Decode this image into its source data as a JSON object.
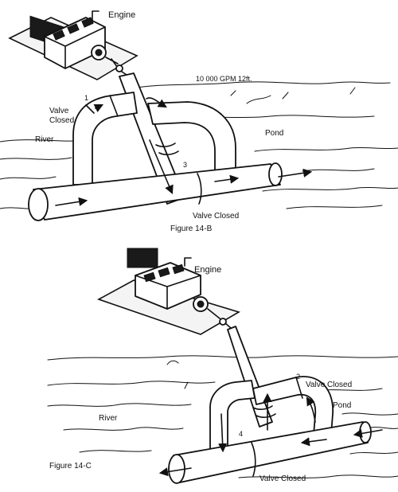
{
  "figure_b": {
    "engine_label": "Engine",
    "flow_label": "10 000 GPM 12ft.",
    "valve1_label": "Valve\nClosed",
    "valve1_number": "1",
    "river_label": "River",
    "pond_label": "Pond",
    "junction_number": "3",
    "valve_bottom_label": "Valve Closed",
    "caption": "Figure 14-B"
  },
  "figure_c": {
    "engine_label": "Engine",
    "valve2_number": "2",
    "valve2_label": "Valve Closed",
    "pond_label": "Pond",
    "river_label": "River",
    "junction_number": "4",
    "valve_bottom_label": "Valve Closed",
    "caption": "Figure 14-C"
  }
}
